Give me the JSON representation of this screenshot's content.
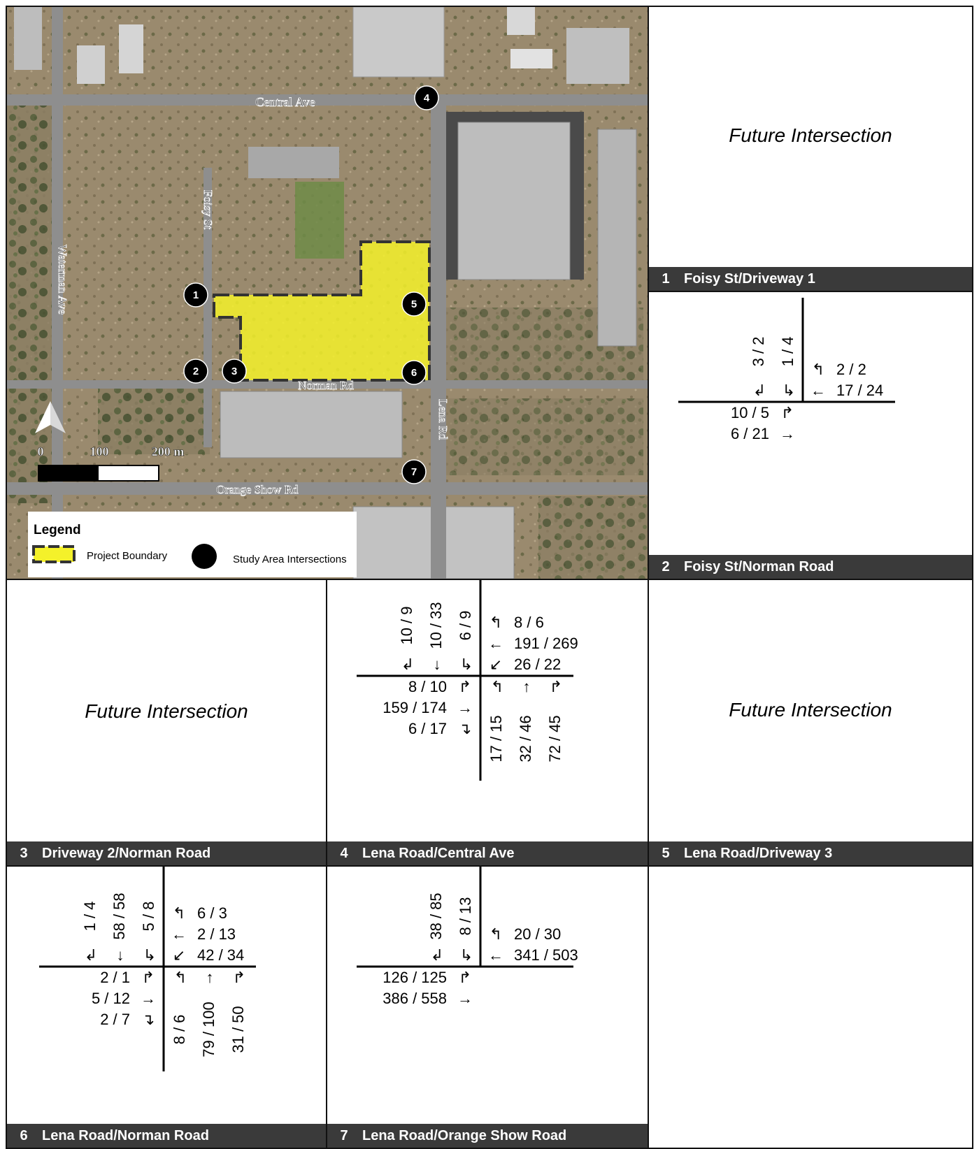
{
  "map": {
    "roads": {
      "central": "Central Ave",
      "foisy": "Foisy St",
      "waterman": "Waterman Ave",
      "norman": "Norman Rd",
      "lena": "Lena Rd",
      "orange": "Orange Show Rd"
    },
    "markers": [
      "1",
      "2",
      "3",
      "4",
      "5",
      "6",
      "7"
    ],
    "scale": {
      "t0": "0",
      "t1": "100",
      "t2": "200 m"
    },
    "legend": {
      "title": "Legend",
      "boundary": "Project Boundary",
      "intersections": "Study Area Intersections"
    },
    "colors": {
      "boundary_fill": "#f4f12a",
      "boundary_stroke": "#333333"
    }
  },
  "panels": [
    {
      "num": "1",
      "name": "Foisy St/Driveway 1",
      "future": "Future Intersection"
    },
    {
      "num": "2",
      "name": "Foisy St/Norman Road",
      "sb": [
        "3 / 2",
        "1 / 4"
      ],
      "wb": [
        "2 / 2",
        "17 / 24"
      ],
      "eb": [
        "10 / 5",
        "6 / 21"
      ]
    },
    {
      "num": "3",
      "name": "Driveway 2/Norman Road",
      "future": "Future Intersection"
    },
    {
      "num": "4",
      "name": "Lena Road/Central Ave",
      "sb": [
        "10 / 9",
        "10 / 33",
        "6 / 9"
      ],
      "wb": [
        "8 / 6",
        "191 / 269",
        "26 / 22"
      ],
      "eb": [
        "8 / 10",
        "159 / 174",
        "6 / 17"
      ],
      "nb": [
        "17 / 15",
        "32 / 46",
        "72 / 45"
      ]
    },
    {
      "num": "5",
      "name": "Lena Road/Driveway 3",
      "future": "Future Intersection"
    },
    {
      "num": "6",
      "name": "Lena Road/Norman Road",
      "sb": [
        "1 / 4",
        "58 / 58",
        "5 / 8"
      ],
      "wb": [
        "6 / 3",
        "2 / 13",
        "42 / 34"
      ],
      "eb": [
        "2 / 1",
        "5 / 12",
        "2 / 7"
      ],
      "nb": [
        "8 / 6",
        "79 / 100",
        "31 / 50"
      ]
    },
    {
      "num": "7",
      "name": "Lena Road/Orange Show Road",
      "sb": [
        "38 / 85",
        "8 / 13"
      ],
      "wb": [
        "20 / 30",
        "341 / 503"
      ],
      "eb": [
        "126 / 125",
        "386 / 558"
      ]
    }
  ]
}
